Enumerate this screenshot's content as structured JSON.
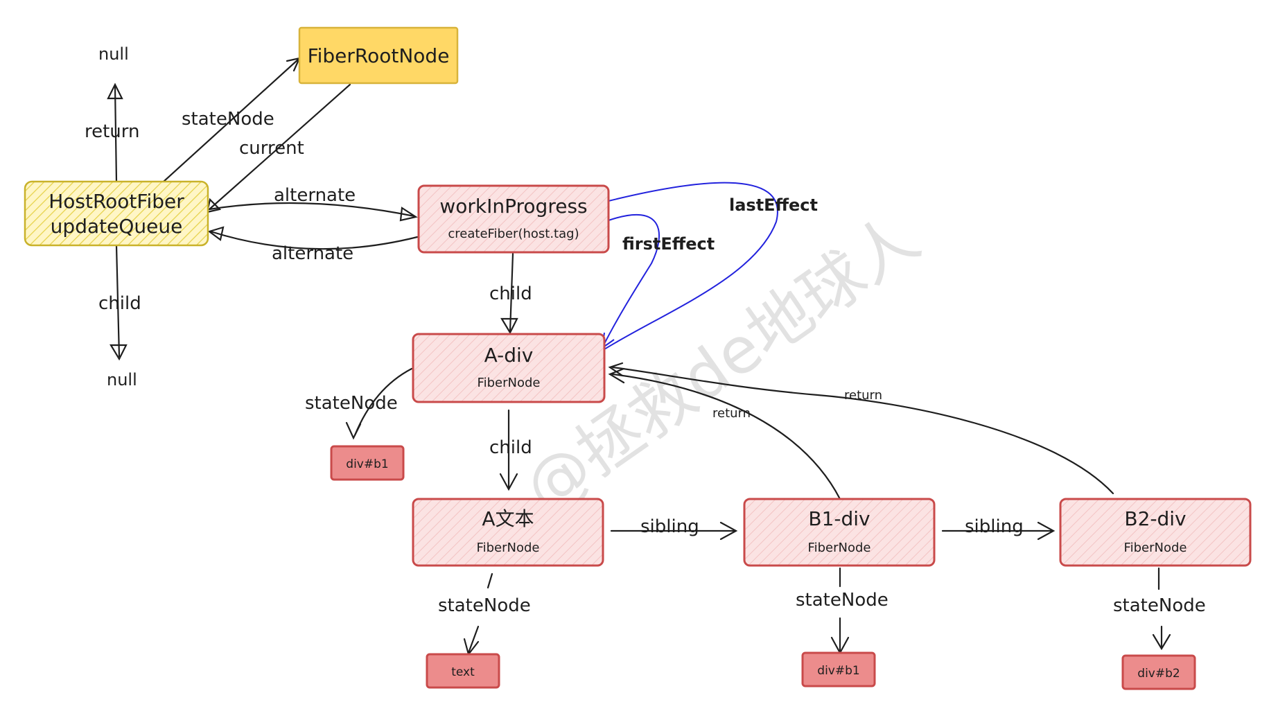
{
  "nodes": {
    "fiber_root": {
      "title": "FiberRootNode"
    },
    "host_root": {
      "title": "HostRootFiber",
      "subtitle": "updateQueue"
    },
    "wip": {
      "title": "workInProgress",
      "subtitle": "createFiber(host.tag)"
    },
    "a_div": {
      "title": "A-div",
      "subtitle": "FiberNode"
    },
    "a_text": {
      "title": "A文本",
      "subtitle": "FiberNode"
    },
    "b1_div": {
      "title": "B1-div",
      "subtitle": "FiberNode"
    },
    "b2_div": {
      "title": "B2-div",
      "subtitle": "FiberNode"
    }
  },
  "leaves": {
    "a_div_dom": "div#b1",
    "a_text_dom": "text",
    "b1_dom": "div#b1",
    "b2_dom": "div#b2"
  },
  "nulls": {
    "top": "null",
    "bottom": "null"
  },
  "edges": {
    "return": "return",
    "state_node": "stateNode",
    "current": "current",
    "alternate": "alternate",
    "child": "child",
    "sibling": "sibling",
    "first_effect": "firstEffect",
    "last_effect": "lastEffect"
  },
  "watermark": "@拯救de地球人",
  "colors": {
    "fiber_node_fill": "#fbe3e3",
    "fiber_node_stroke": "#c94a4a",
    "host_root_fill": "#fff4b8",
    "fiber_root_fill": "#ffd866",
    "dom_leaf_fill": "#ec8c8c",
    "effect_arrow": "#2222dd"
  }
}
